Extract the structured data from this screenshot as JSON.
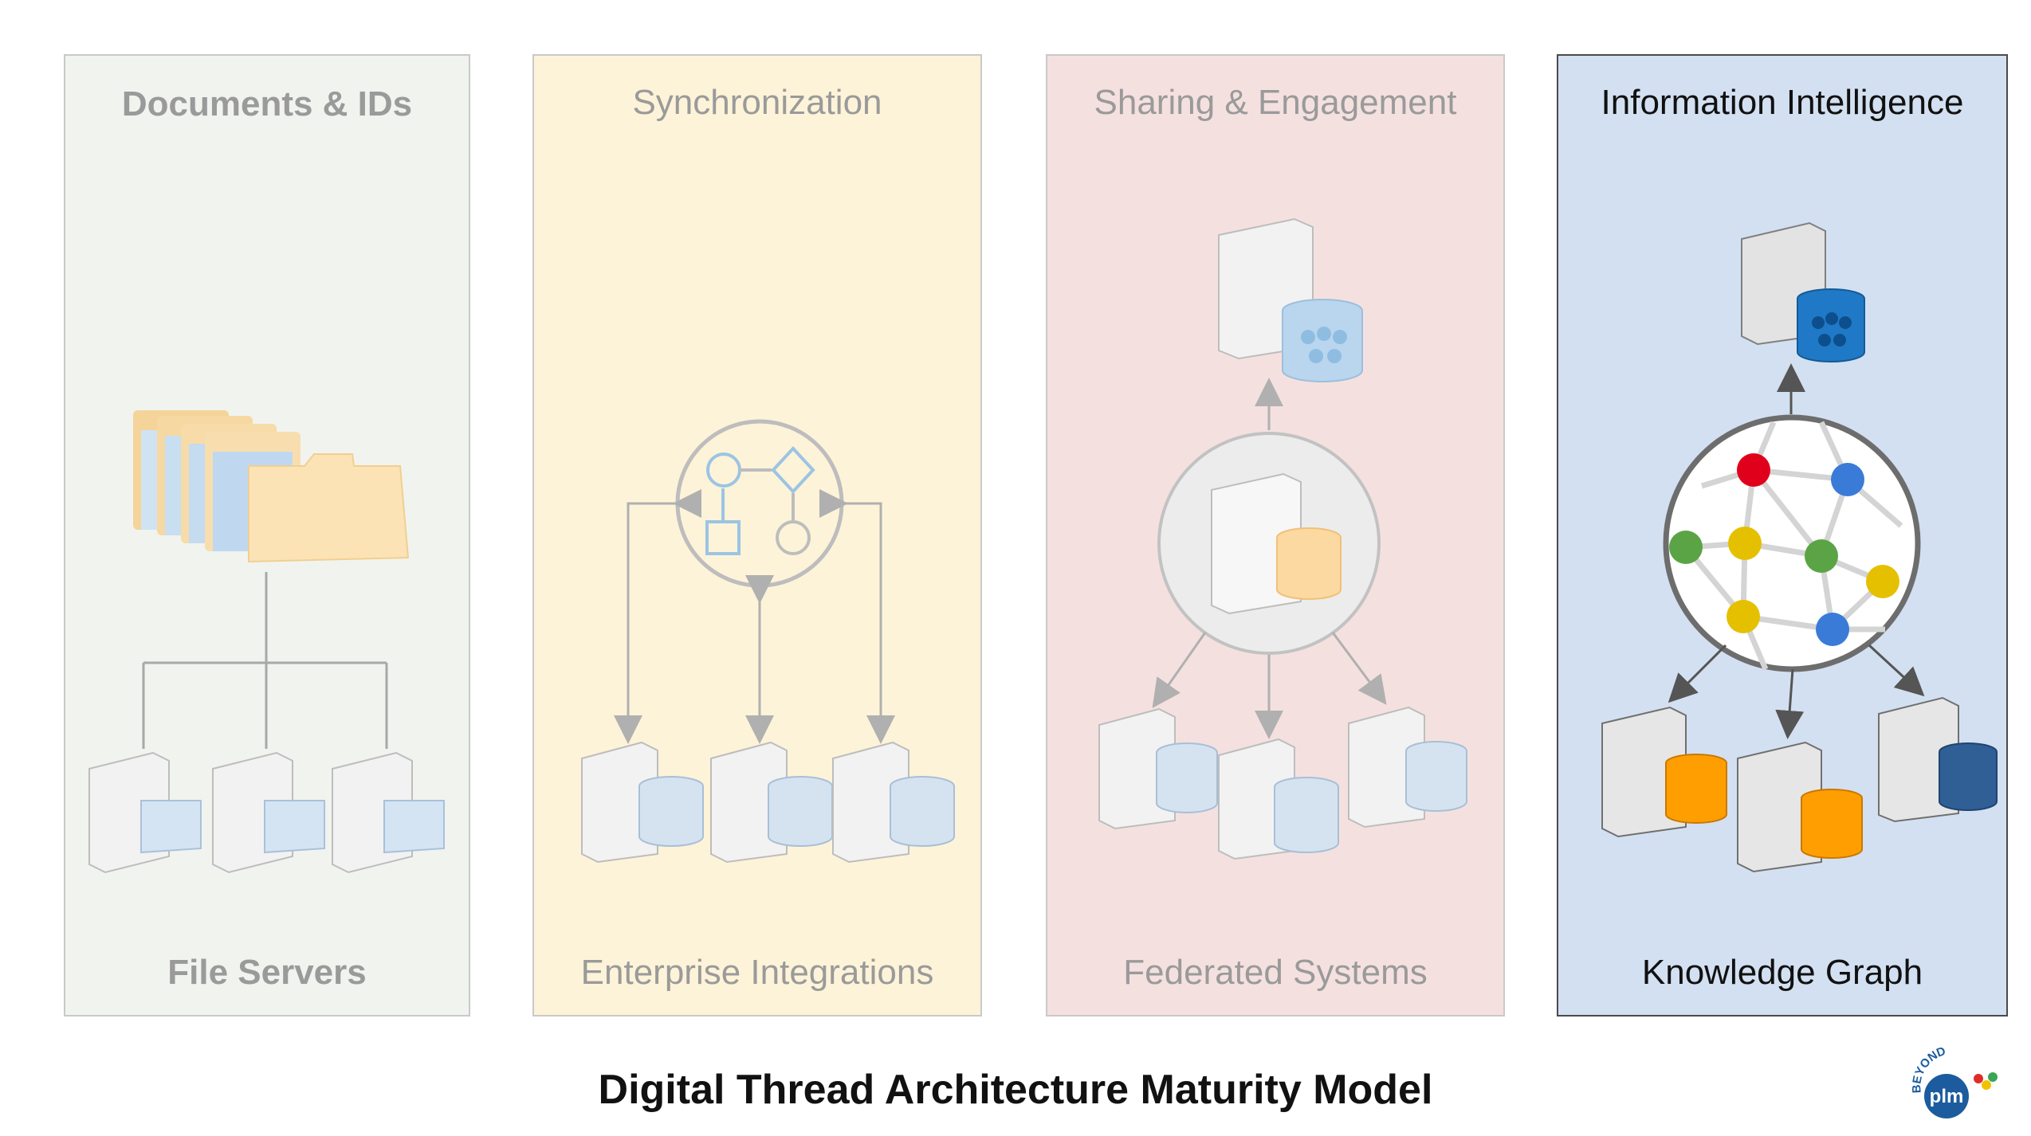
{
  "panels": [
    {
      "title": "Documents & IDs",
      "footer": "File Servers"
    },
    {
      "title": "Synchronization",
      "footer": "Enterprise Integrations"
    },
    {
      "title": "Sharing & Engagement",
      "footer": "Federated Systems"
    },
    {
      "title": "Information Intelligence",
      "footer": "Knowledge Graph"
    }
  ],
  "diagram_title": "Digital Thread Architecture Maturity Model",
  "logo": {
    "top_text": "BEYOND",
    "main_text": "plm"
  },
  "colors": {
    "panel1_bg": "#f1f3ee",
    "panel2_bg": "#fdf3d8",
    "panel3_bg": "#f4e1df",
    "panel4_bg": "#d3e0f1",
    "graph_red": "#e0001b",
    "graph_blue": "#3b7bd8",
    "graph_green": "#5aa445",
    "graph_yellow": "#e5c000",
    "db_orange": "#ff9e00",
    "db_blue": "#2f5f94"
  }
}
